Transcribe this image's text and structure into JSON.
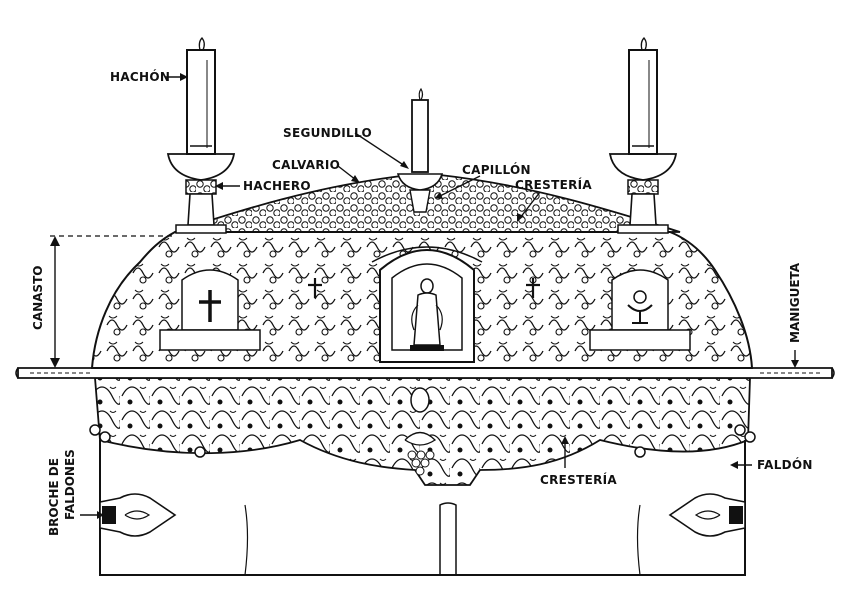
{
  "labels": {
    "hachon": "HACHÓN",
    "segundillo": "SEGUNDILLO",
    "calvario": "CALVARIO",
    "hachero": "HACHERO",
    "capillon": "CAPILLÓN",
    "cresteria_top": "CRESTERÍA",
    "canasto": "CANASTO",
    "manigueta": "MANIGUETA",
    "broche_line1": "BROCHE DE",
    "broche_line2": "FALDONES",
    "cresteria_bottom": "CRESTERÍA",
    "faldon": "FALDÓN"
  },
  "colors": {
    "ink": "#111111",
    "paper": "#ffffff"
  }
}
